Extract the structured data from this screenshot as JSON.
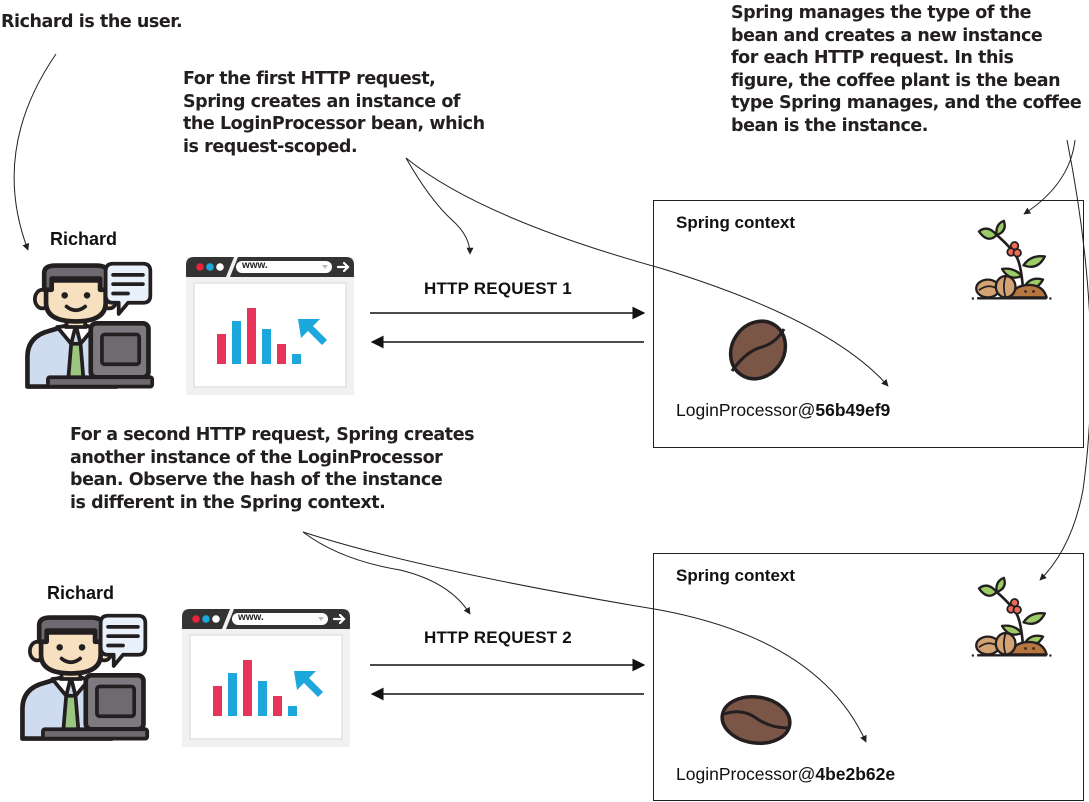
{
  "annotations": {
    "user_note": [
      "Richard is the user."
    ],
    "request1_note": [
      "For the first HTTP request,",
      "Spring creates an instance of",
      "the LoginProcessor bean, which",
      "is request-scoped."
    ],
    "bean_type_note": [
      "Spring manages the type of the",
      "bean and creates a new instance",
      "for each HTTP request. In this",
      "figure, the coffee plant is the bean",
      "type Spring manages, and the coffee",
      "bean is the instance."
    ],
    "request2_note": [
      "For a second HTTP request, Spring creates",
      "another instance of the LoginProcessor",
      "bean. Observe the hash of the instance",
      "is different in the Spring context."
    ]
  },
  "flows": [
    {
      "user_name": "Richard",
      "browser_url": "www.",
      "request_label": "HTTP REQUEST 1",
      "context": {
        "title": "Spring context",
        "instance_class": "LoginProcessor@",
        "instance_hash": "56b49ef9"
      }
    },
    {
      "user_name": "Richard",
      "browser_url": "www.",
      "request_label": "HTTP REQUEST 2",
      "context": {
        "title": "Spring context",
        "instance_class": "LoginProcessor@",
        "instance_hash": "4be2b62e"
      }
    }
  ],
  "colors": {
    "text": "#231f20",
    "bean_brown": "#7b5546",
    "leaf_green": "#9ccc65",
    "berry_red": "#f06a5a",
    "chart_red": "#e8335a",
    "chart_blue": "#1ca8dd",
    "shirt_blue": "#cfdcf0",
    "skin": "#f7e0c0",
    "laptop_gray": "#7d7a7f"
  }
}
